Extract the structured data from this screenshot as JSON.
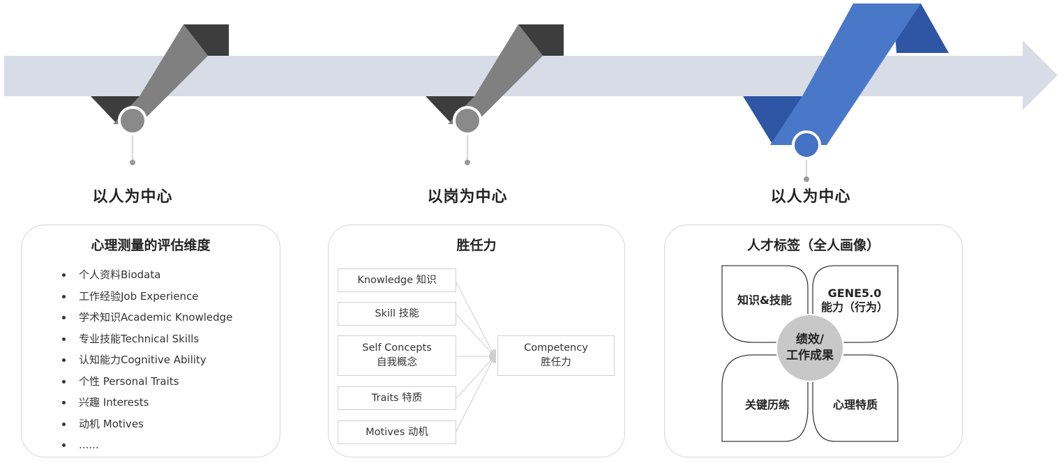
{
  "stages": [
    {
      "title": "以人为中心",
      "color": "gray"
    },
    {
      "title": "以岗为中心",
      "color": "gray"
    },
    {
      "title": "以人为中心",
      "color": "blue"
    }
  ],
  "colors": {
    "arrow": "#d7dce6",
    "gray_ribbon": "#808080",
    "gray_dark": "#3d3d3d",
    "blue_ribbon": "#4a78c9",
    "blue_dark": "#2e56a4",
    "node_gray": "#8a8a8a",
    "node_blue": "#4472c4",
    "center_circle": "#c8c8c8"
  },
  "card1": {
    "title": "心理测量的评估维度",
    "items": [
      "个人资料Biodata",
      "工作经验Job Experience",
      "学术知识Academic Knowledge",
      "专业技能Technical Skills",
      "认知能力Cognitive Ability",
      "个性 Personal Traits",
      "兴趣 Interests",
      "动机 Motives",
      "......"
    ]
  },
  "card2": {
    "title": "胜任力",
    "inputs": [
      {
        "line1": "Knowledge 知识",
        "line2": ""
      },
      {
        "line1": "Skill 技能",
        "line2": ""
      },
      {
        "line1": "Self Concepts",
        "line2": "自我概念"
      },
      {
        "line1": "Traits 特质",
        "line2": ""
      },
      {
        "line1": "Motives 动机",
        "line2": ""
      }
    ],
    "output": {
      "line1": "Competency",
      "line2": "胜任力"
    }
  },
  "card3": {
    "title": "人才标签（全人画像）",
    "petals": {
      "top_left": "知识&技能",
      "top_right_line1": "GENE5.0",
      "top_right_line2": "能力（行为）",
      "bottom_left": "关键历练",
      "bottom_right": "心理特质"
    },
    "center_line1": "绩效/",
    "center_line2": "工作成果"
  }
}
